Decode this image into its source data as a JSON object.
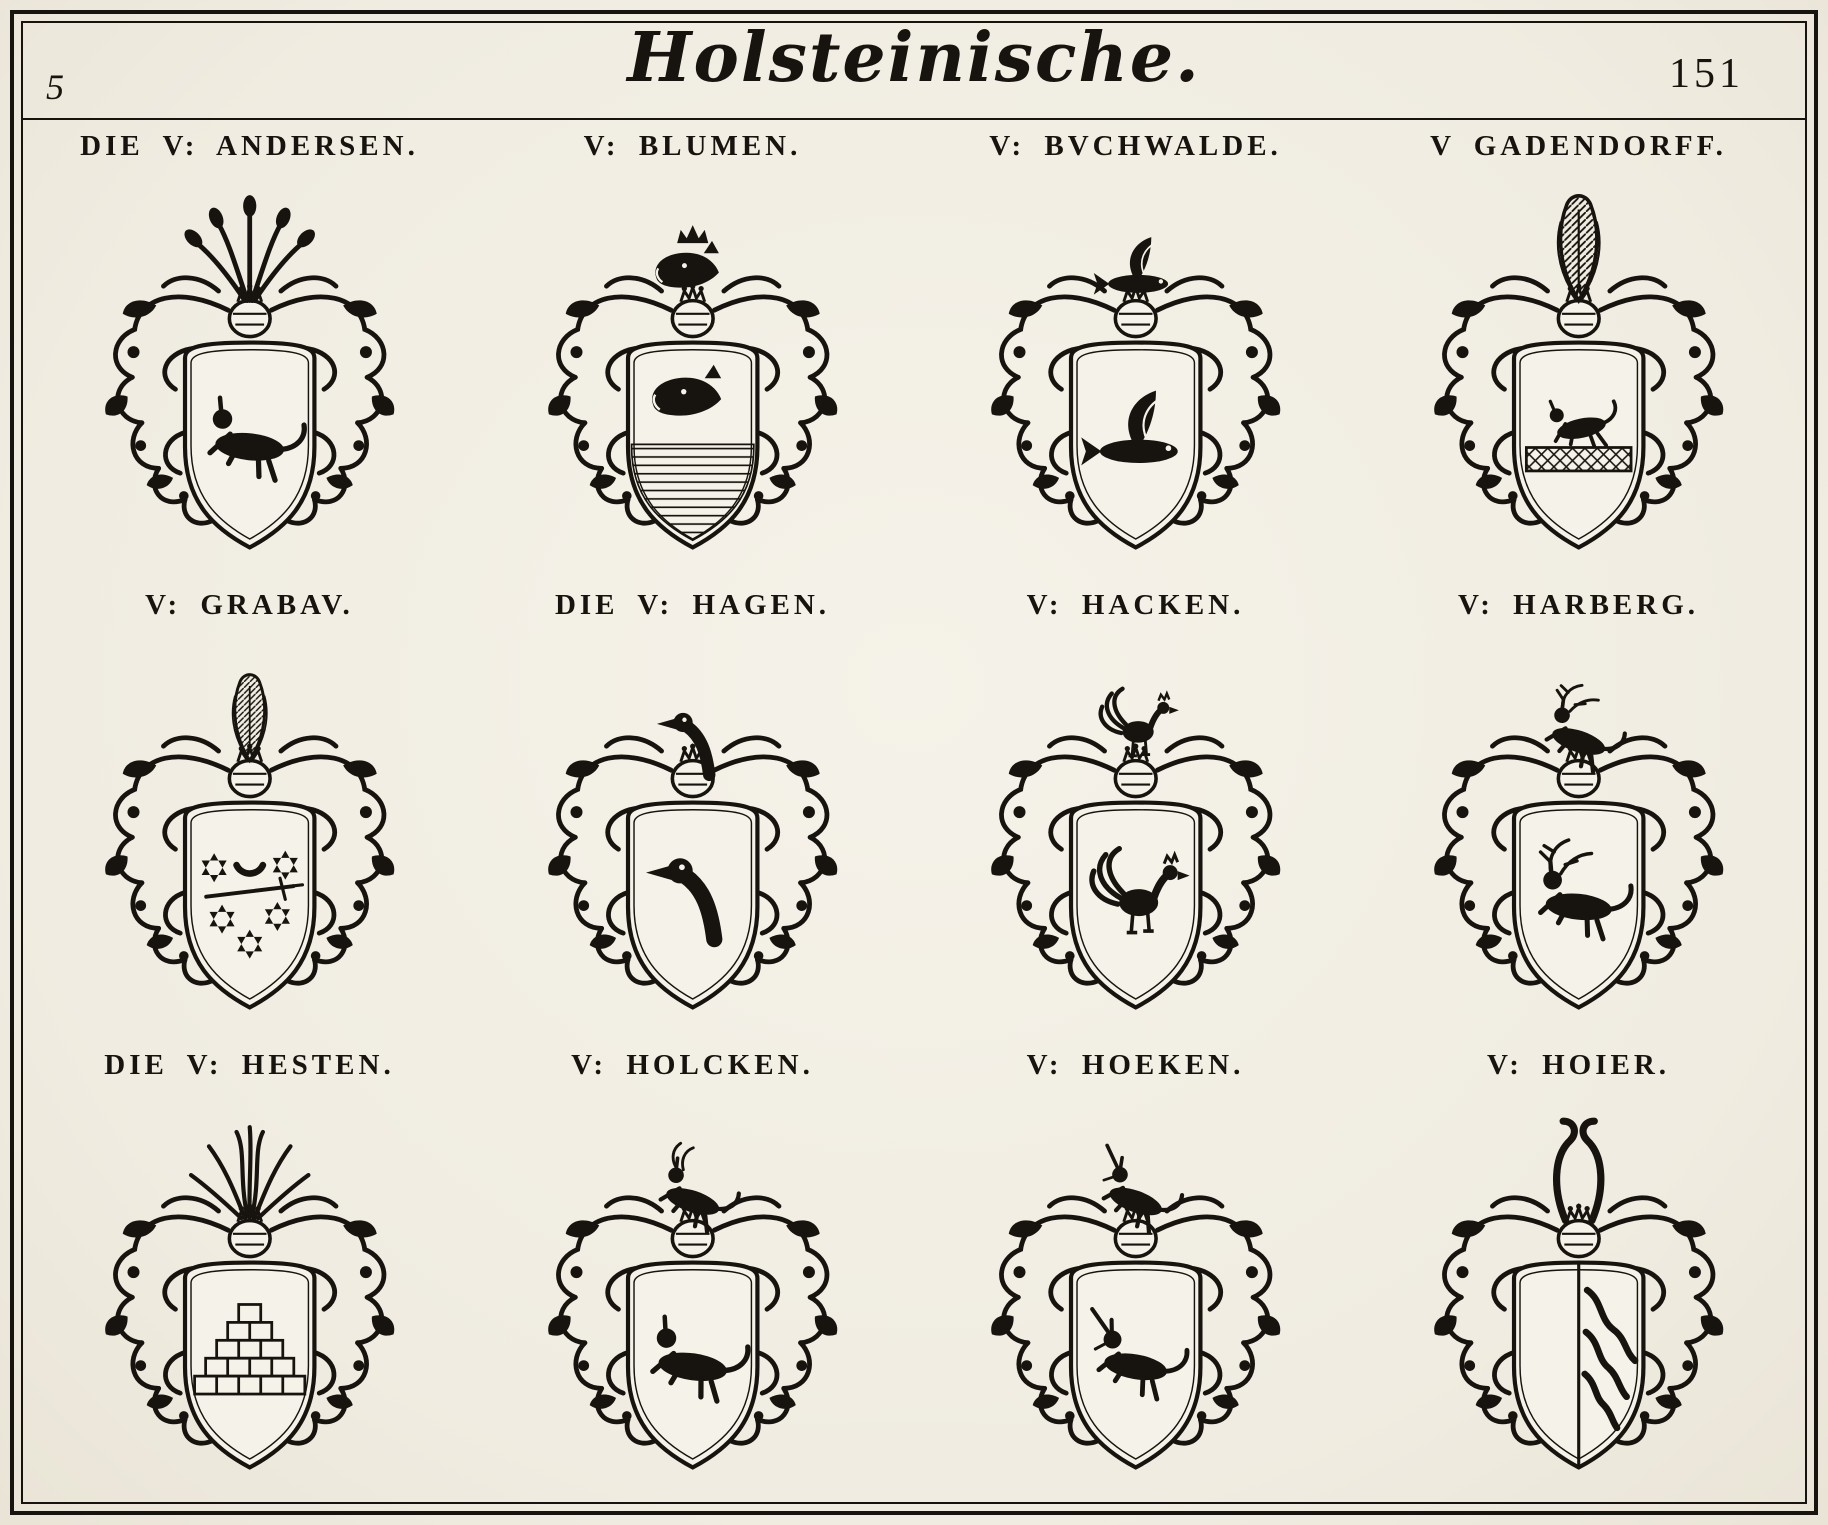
{
  "page": {
    "title": "Holsteinische.",
    "page_number": "151",
    "sheet_number": "5"
  },
  "colors": {
    "ink": "#17130e",
    "paper": "#f2eee4"
  },
  "rows": [
    {
      "labels": [
        "DIE V: ANDERSEN.",
        "V: BLUMEN.",
        "V: BVCHWALDE.",
        "V GADENDORFF."
      ],
      "arms": [
        {
          "family": "Andersen",
          "crest": "peacock-plume-icon",
          "charge": "springing-hound-icon"
        },
        {
          "family": "Blumen",
          "crest": "crowned-boar-head-icon",
          "charge": "boar-head-icon"
        },
        {
          "family": "Buchwalde",
          "crest": "winged-fish-icon",
          "charge": "winged-fish-icon"
        },
        {
          "family": "Gadendorff",
          "crest": "feather-plume-icon",
          "charge": "fox-over-fence-icon"
        }
      ]
    },
    {
      "labels": [
        "V: GRABAV.",
        "DIE V: HAGEN.",
        "V: HACKEN.",
        "V: HARBERG."
      ],
      "arms": [
        {
          "family": "Grabau",
          "crest": "feather-tuft-icon",
          "charge": "stars-crescent-sword-icon"
        },
        {
          "family": "Hagen",
          "crest": "bird-head-icon",
          "charge": "bird-head-icon"
        },
        {
          "family": "Hacken",
          "crest": "rooster-icon",
          "charge": "rooster-icon"
        },
        {
          "family": "Harberg",
          "crest": "rising-stag-icon",
          "charge": "springing-stag-icon"
        }
      ]
    },
    {
      "labels": [
        "DIE V: HESTEN.",
        "V: HOLCKEN.",
        "V: HOEKEN.",
        "V: HOIER."
      ],
      "arms": [
        {
          "family": "Hesten",
          "crest": "feather-burst-icon",
          "charge": "stepped-wall-icon"
        },
        {
          "family": "Holcken",
          "crest": "rising-goat-icon",
          "charge": "springing-horse-icon"
        },
        {
          "family": "Hoeken",
          "crest": "rising-unicorn-icon",
          "charge": "springing-unicorn-icon"
        },
        {
          "family": "Hoier",
          "crest": "double-hook-icon",
          "charge": "pale-with-wavy-bends-icon"
        }
      ]
    }
  ]
}
